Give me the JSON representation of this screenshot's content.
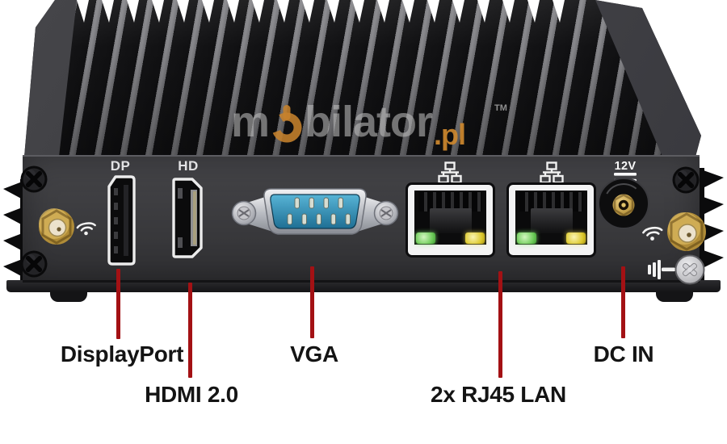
{
  "watermark": {
    "prefix": "m",
    "rest": "bilator",
    "tld": ".pl",
    "tm": "TM"
  },
  "panel": {
    "dp_label": "DP",
    "hdmi_label": "HD",
    "power_label": "12V"
  },
  "callouts": {
    "displayport": "DisplayPort",
    "hdmi": "HDMI 2.0",
    "vga": "VGA",
    "lan": "2x RJ45 LAN",
    "dcin": "DC IN"
  },
  "colors": {
    "callout_line": "#a31114",
    "watermark_orange": "#c8842f",
    "led_green": "#6ecc5a",
    "led_yellow": "#ddc92e",
    "vga_face_teal": "#3d9cc0",
    "chassis_dark": "#151517",
    "antenna_gold": "#c3a04a"
  }
}
